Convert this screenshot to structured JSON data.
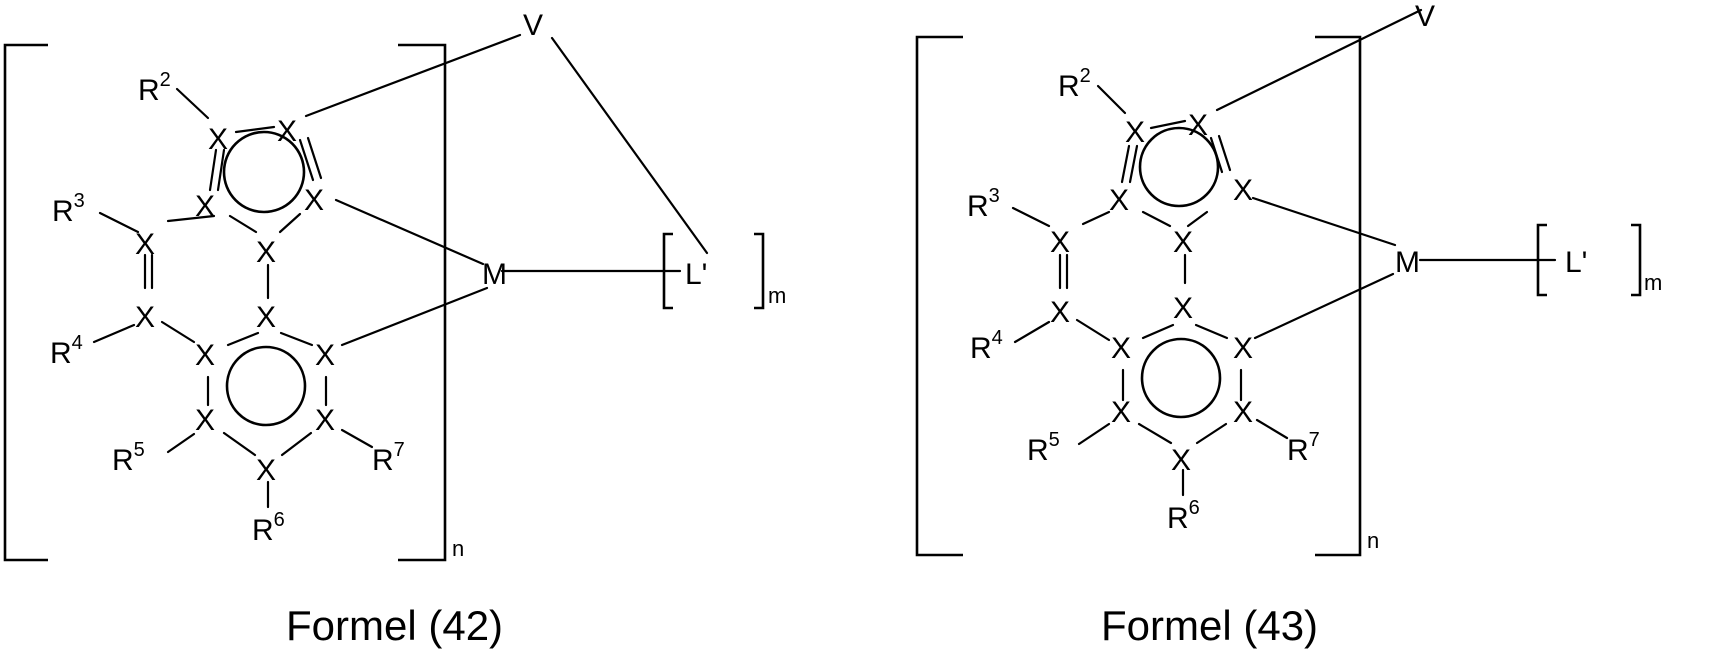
{
  "colors": {
    "ink": "#000000",
    "background": "#ffffff"
  },
  "atoms": {
    "X": "X",
    "M": "M",
    "V": "V",
    "L": "L'",
    "R": "R"
  },
  "substituents": {
    "r2": "2",
    "r3": "3",
    "r4": "4",
    "r5": "5",
    "r6": "6",
    "r7": "7"
  },
  "indices": {
    "n": "n",
    "m": "m"
  },
  "formulas": [
    {
      "caption": "Formel (42)"
    },
    {
      "caption": "Formel (43)"
    }
  ]
}
